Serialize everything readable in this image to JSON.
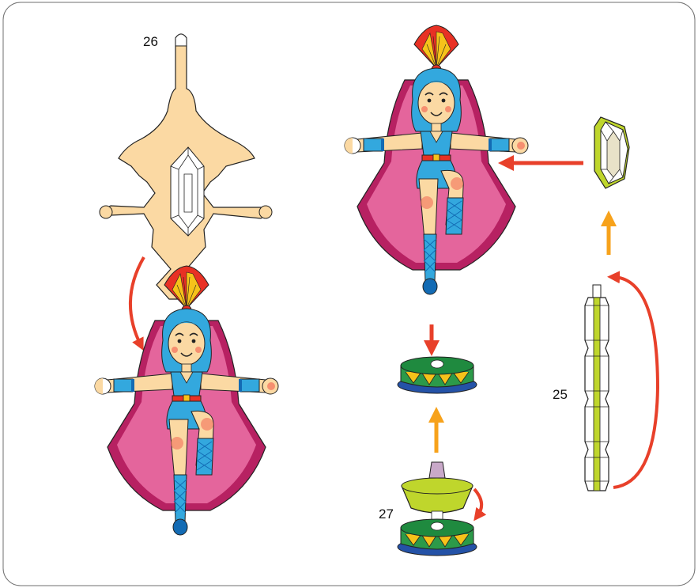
{
  "labels": {
    "step_26": "26",
    "step_27": "27",
    "step_25": "25"
  },
  "colors": {
    "frame": "#6f6f6f",
    "paper_part": "#fbd9a3",
    "part_outline": "#222222",
    "arrow_red": "#e8402a",
    "arrow_orange": "#f7a21b",
    "lime": "#bfd62c",
    "cape_pink": "#e4659c",
    "cape_dark": "#b72162",
    "costume_blue": "#33a8de",
    "boot_dark": "#136bb4",
    "skin": "#fbd9a3",
    "crest_red": "#e83124",
    "crest_yellow": "#f6c21a",
    "base_green": "#2c9a49",
    "base_blue": "#2452a7",
    "base_plate_green": "#1f8a3f",
    "cheek": "#f36f5a"
  },
  "parts": [
    {
      "name": "part-26-doll-backing",
      "label_key": "step_26"
    },
    {
      "name": "part-27-stand-base",
      "label_key": "step_27"
    },
    {
      "name": "part-25-crystal-strip",
      "label_key": "step_25"
    }
  ]
}
